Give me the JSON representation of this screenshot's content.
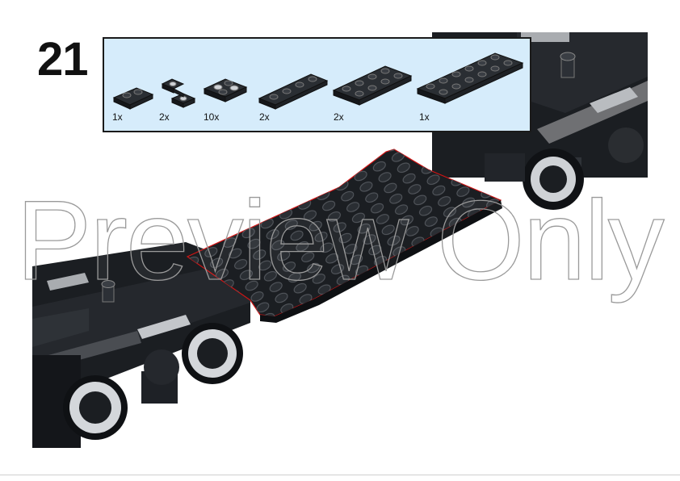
{
  "step": {
    "number": "21"
  },
  "parts": [
    {
      "qty": "1x",
      "icon": "plate-1x2-icon"
    },
    {
      "qty": "2x",
      "icon": "modified-plate-1x2-icon"
    },
    {
      "qty": "10x",
      "icon": "modified-plate-2x2-icon"
    },
    {
      "qty": "2x",
      "icon": "plate-1x4-icon"
    },
    {
      "qty": "2x",
      "icon": "plate-2x4-icon"
    },
    {
      "qty": "1x",
      "icon": "plate-2x6-icon"
    }
  ],
  "watermark": {
    "text": "Preview Only"
  },
  "colors": {
    "callout_bg": "#d6ecfb",
    "brick_black": "#1b1e22",
    "highlight_outline": "#d21414",
    "light_gray": "#a9acb0"
  }
}
